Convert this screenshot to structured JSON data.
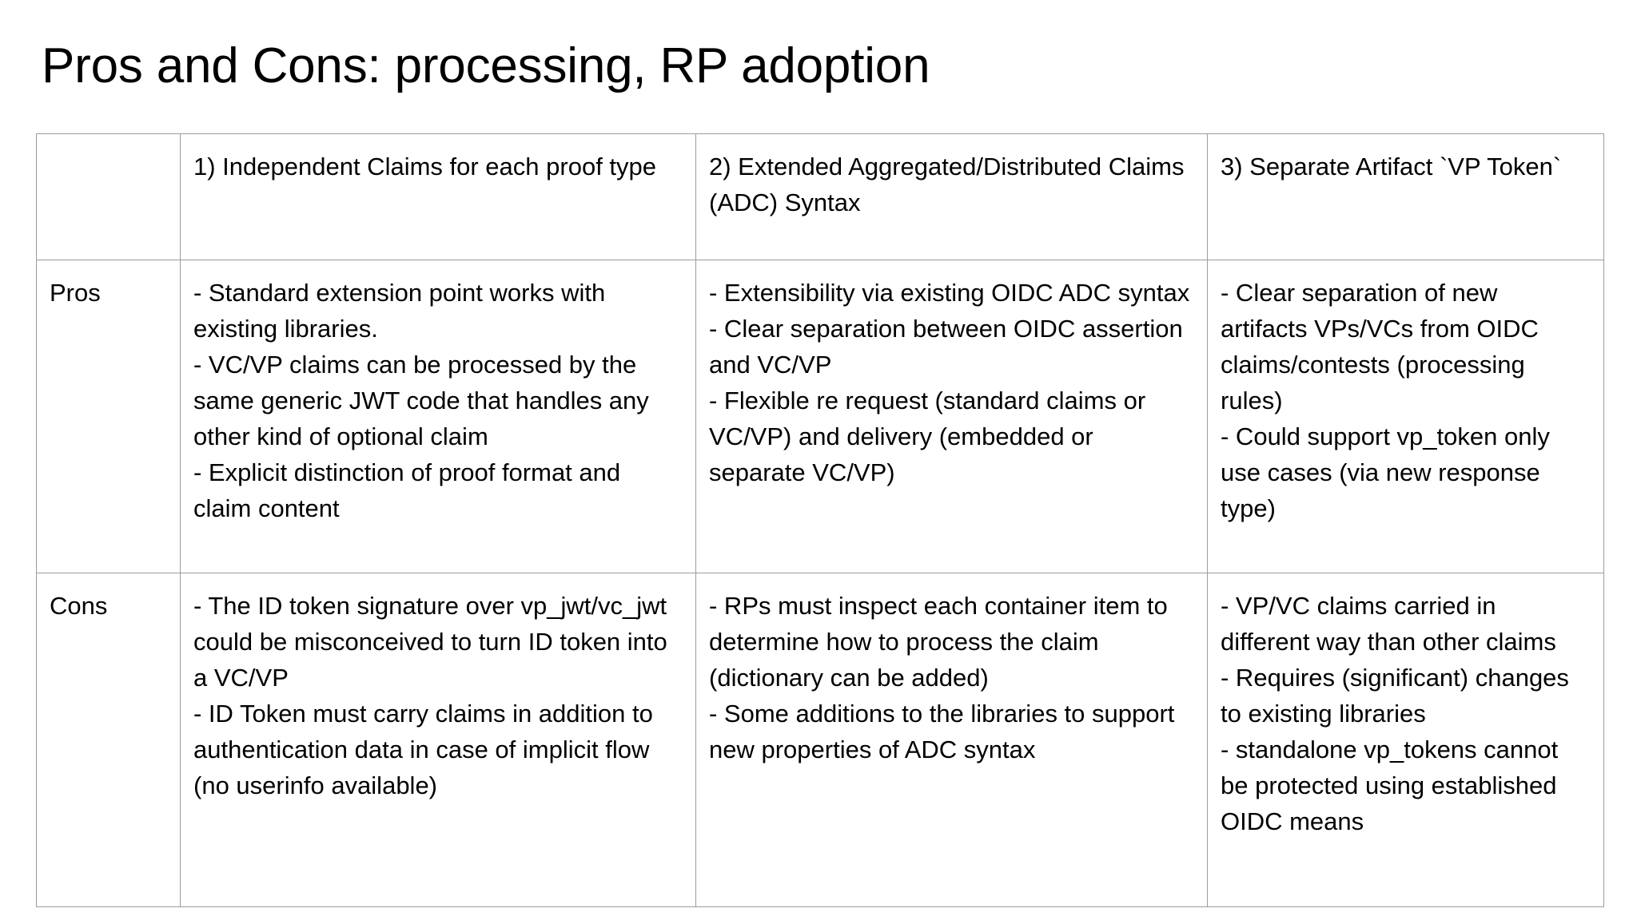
{
  "slide": {
    "title": "Pros and Cons: processing, RP adoption",
    "background_color": "#ffffff",
    "text_color": "#000000",
    "border_color": "#9c9c9c"
  },
  "table": {
    "corner_label": "",
    "columns": [
      "1) Independent Claims for each proof type",
      "2) Extended Aggregated/Distributed Claims (ADC) Syntax",
      "3) Separate Artifact `VP Token`"
    ],
    "rows": [
      {
        "label": "Pros",
        "cells": [
          "- Standard extension point works with existing libraries.\n- VC/VP claims can be processed by the same generic JWT code that handles any other kind of optional claim\n- Explicit distinction of proof format and claim content",
          "- Extensibility via existing OIDC ADC syntax\n- Clear separation between OIDC assertion and VC/VP\n- Flexible re request (standard claims or VC/VP) and delivery (embedded or separate VC/VP)",
          "- Clear separation of new artifacts VPs/VCs from OIDC claims/contests (processing rules)\n- Could support vp_token only use cases (via new response type)"
        ]
      },
      {
        "label": "Cons",
        "cells": [
          "- The ID token signature over vp_jwt/vc_jwt could be misconceived to turn ID token into a VC/VP\n- ID Token must carry claims in addition to authentication data in case of implicit flow (no userinfo available)",
          "- RPs must inspect each container item to determine how to process the claim (dictionary can be added)\n- Some additions to the libraries to support new properties of ADC syntax",
          "- VP/VC claims carried in different way than other claims\n- Requires (significant) changes to existing libraries\n- standalone vp_tokens cannot be protected using established OIDC means"
        ]
      }
    ]
  }
}
